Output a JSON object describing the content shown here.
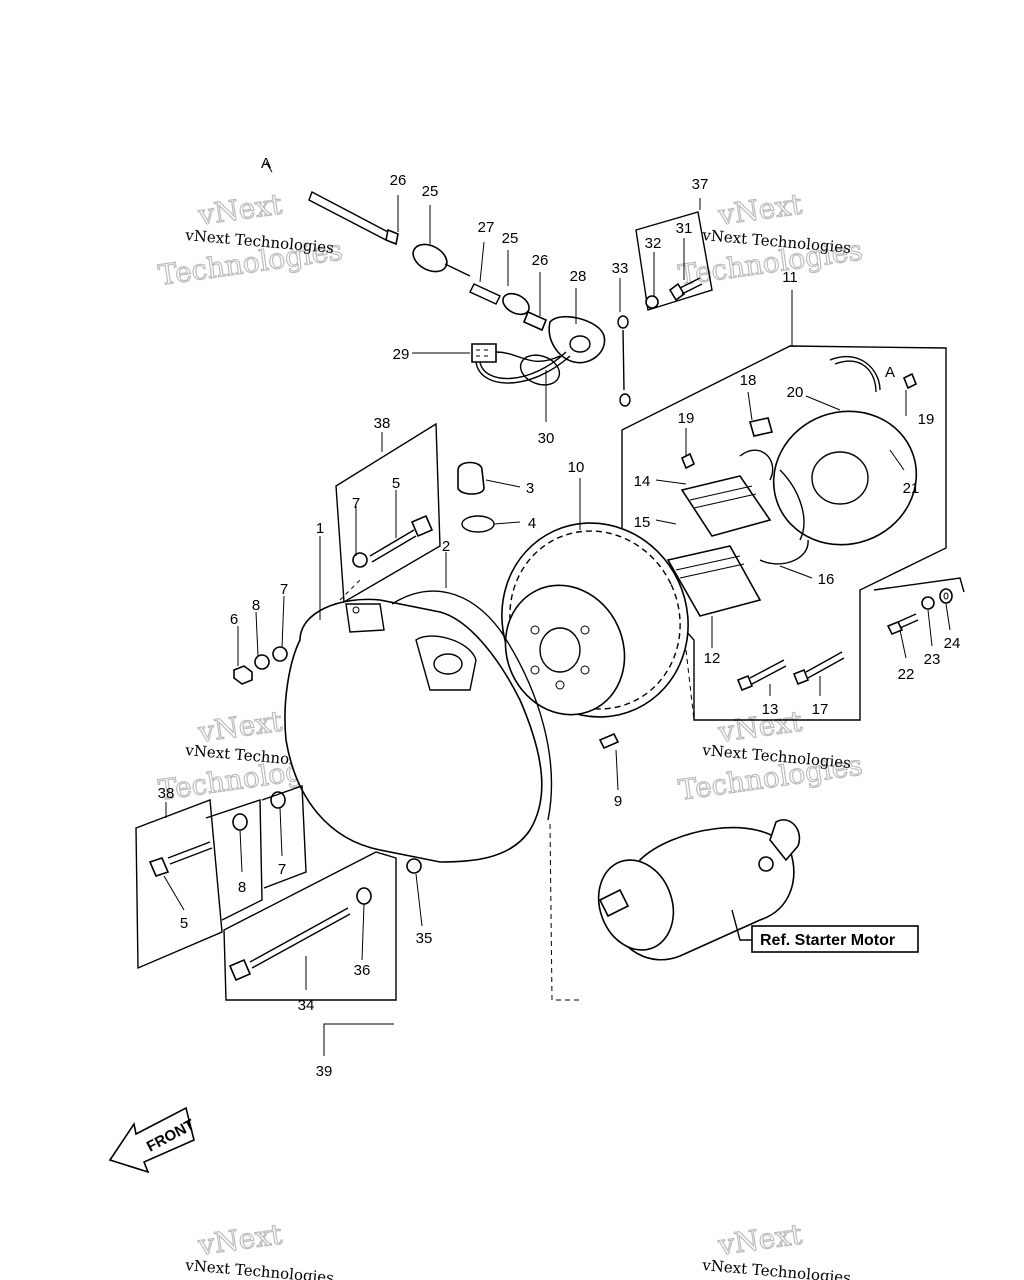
{
  "callouts": {
    "c1": "1",
    "c2": "2",
    "c3": "3",
    "c4": "4",
    "c5": "5",
    "c5b": "5",
    "c6": "6",
    "c7": "7",
    "c7b": "7",
    "c7c": "7",
    "c8": "8",
    "c8b": "8",
    "c9": "9",
    "c10": "10",
    "c11": "11",
    "c12": "12",
    "c13": "13",
    "c14": "14",
    "c15": "15",
    "c16": "16",
    "c17": "17",
    "c18": "18",
    "c19": "19",
    "c19b": "19",
    "c20": "20",
    "c21": "21",
    "c22": "22",
    "c23": "23",
    "c24": "24",
    "c25": "25",
    "c25b": "25",
    "c26": "26",
    "c26b": "26",
    "c27": "27",
    "c28": "28",
    "c29": "29",
    "c30": "30",
    "c31": "31",
    "c32": "32",
    "c33": "33",
    "c34": "34",
    "c35": "35",
    "c36": "36",
    "c37": "37",
    "c38": "38",
    "c38b": "38",
    "c39": "39"
  },
  "markers": {
    "a1": "A",
    "a2": "A"
  },
  "reference_label": "Ref. Starter Motor",
  "front_label": "FRONT",
  "watermark": {
    "line1": "vNext Technologies",
    "line2": "vNext",
    "line3": "Technologies"
  }
}
